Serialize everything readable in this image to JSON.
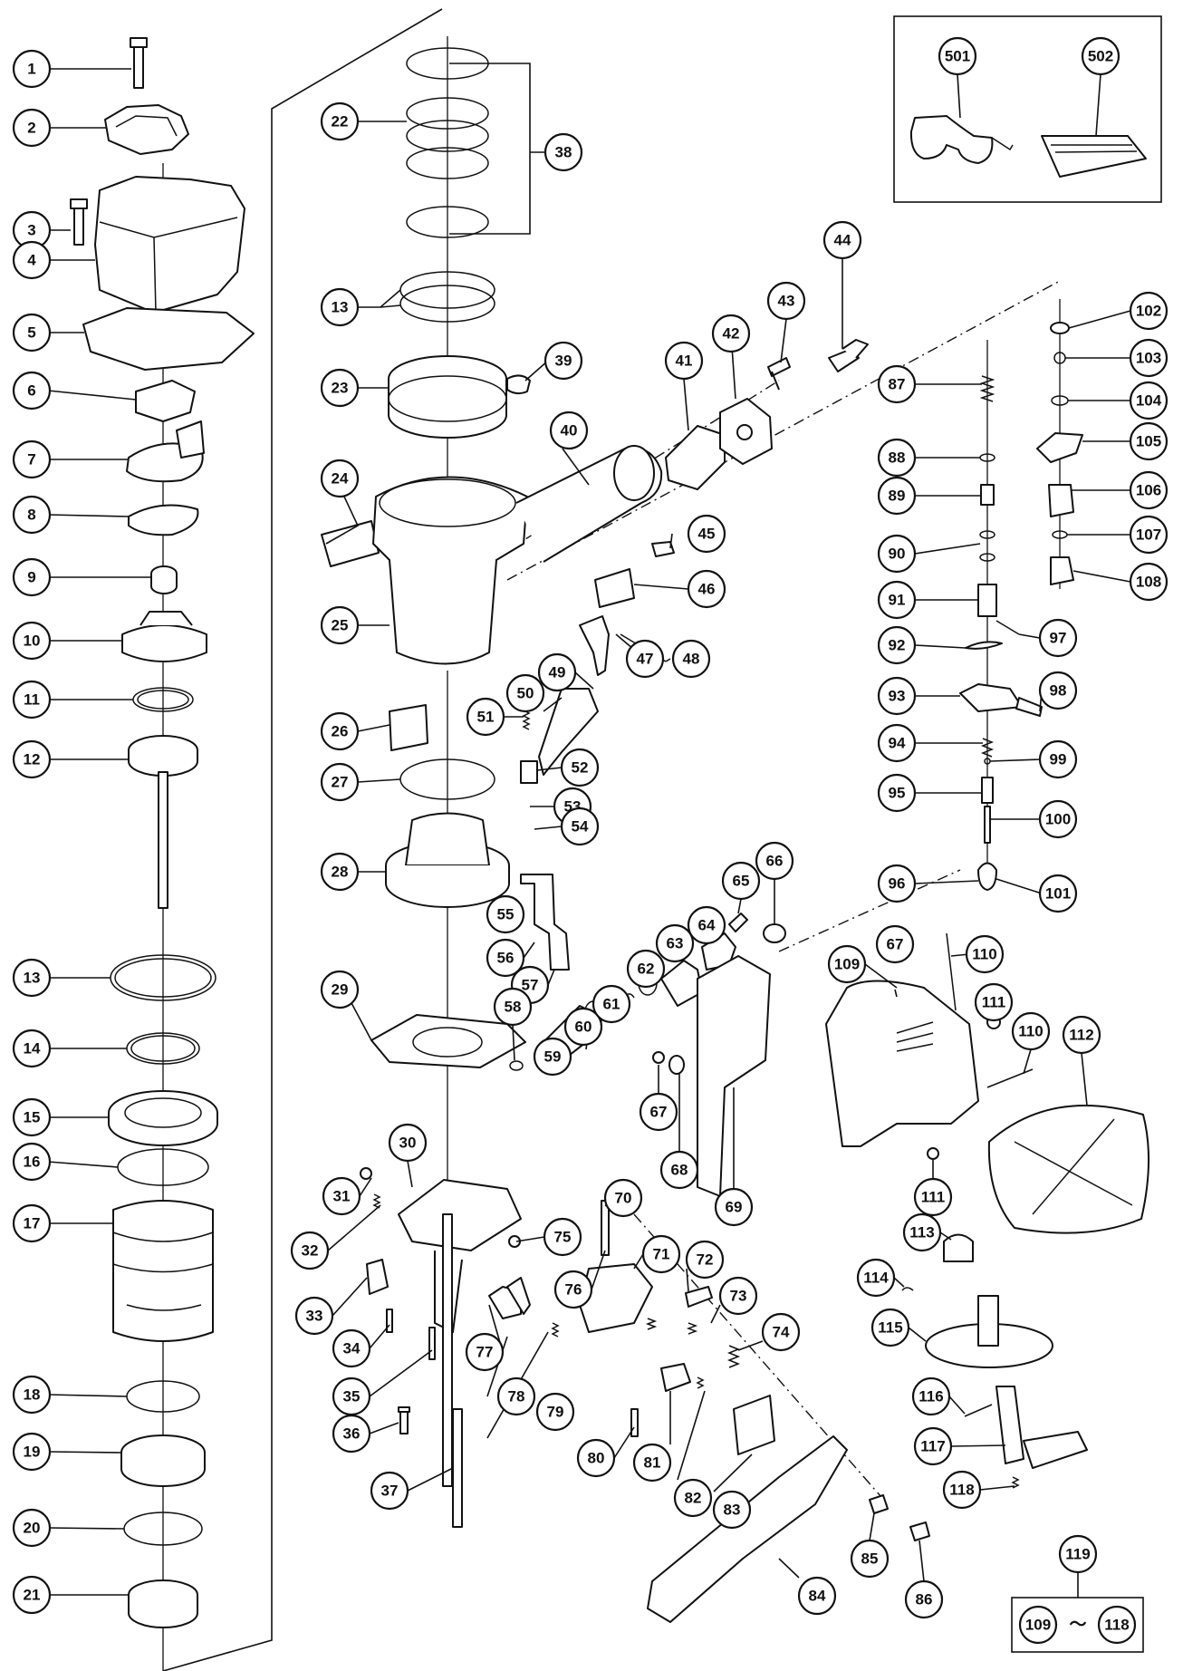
{
  "diagram": {
    "callouts": [
      "1",
      "2",
      "3",
      "4",
      "5",
      "6",
      "7",
      "8",
      "9",
      "10",
      "11",
      "12",
      "13",
      "14",
      "15",
      "16",
      "17",
      "18",
      "19",
      "20",
      "21",
      "22",
      "38",
      "13",
      "23",
      "39",
      "24",
      "25",
      "26",
      "27",
      "28",
      "29",
      "40",
      "41",
      "42",
      "43",
      "44",
      "45",
      "46",
      "47",
      "48",
      "49",
      "50",
      "51",
      "52",
      "53",
      "54",
      "55",
      "56",
      "57",
      "58",
      "59",
      "60",
      "61",
      "62",
      "63",
      "64",
      "65",
      "66",
      "67",
      "68",
      "69",
      "30",
      "31",
      "32",
      "33",
      "34",
      "35",
      "36",
      "37",
      "75",
      "76",
      "77",
      "78",
      "79",
      "80",
      "81",
      "82",
      "83",
      "84",
      "85",
      "86",
      "70",
      "71",
      "72",
      "73",
      "74",
      "87",
      "88",
      "89",
      "90",
      "91",
      "92",
      "93",
      "94",
      "95",
      "96",
      "97",
      "98",
      "99",
      "100",
      "101",
      "102",
      "103",
      "104",
      "105",
      "106",
      "107",
      "108",
      "109",
      "110",
      "111",
      "67",
      "110",
      "111",
      "112",
      "113",
      "114",
      "115",
      "116",
      "117",
      "118",
      "501",
      "502",
      "119"
    ],
    "accessory_box": {
      "items": [
        "501",
        "502"
      ]
    },
    "kit": {
      "number": "119",
      "from": "109",
      "to": "118",
      "separator": "～"
    }
  }
}
